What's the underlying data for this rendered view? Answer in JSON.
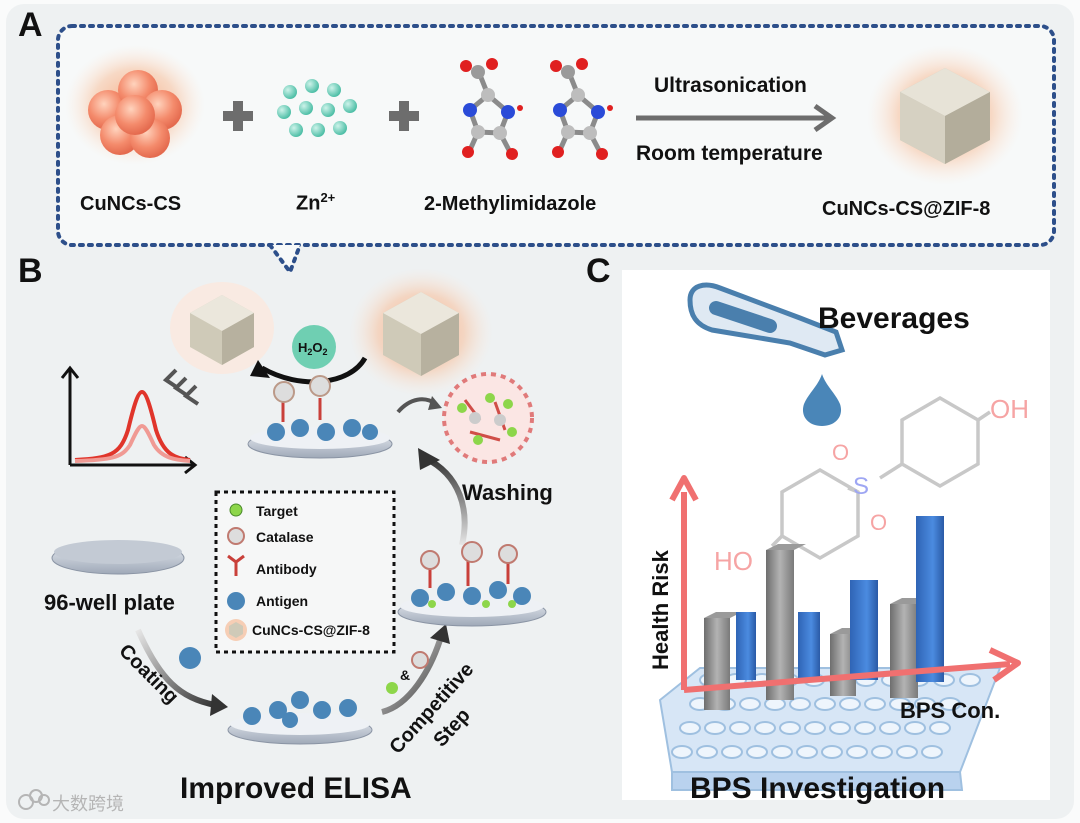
{
  "panel_a": {
    "letter": "A",
    "reagents": [
      "CuNCs-CS",
      "Zn",
      "2-Methylimidazole"
    ],
    "zn_charge": "2+",
    "condition_top": "Ultrasonication",
    "condition_bottom": "Room temperature",
    "product": "CuNCs-CS@ZIF-8"
  },
  "panel_b": {
    "letter": "B",
    "h2o2": {
      "h": "H",
      "sub1": "2",
      "o": "O",
      "sub2": "2"
    },
    "legend": [
      "Target",
      "Catalase",
      "Antibody",
      "Antigen",
      "CuNCs-CS@ZIF-8"
    ],
    "steps": {
      "plate": "96-well plate",
      "coating": "Coating",
      "competitive_1": "Competitive",
      "competitive_2": "Step",
      "ampersand": "&",
      "washing": "Washing"
    },
    "title": "Improved ELISA"
  },
  "panel_c": {
    "letter": "C",
    "beverages": "Beverages",
    "y_axis": "Health Risk",
    "x_axis": "BPS Con.",
    "title": "BPS Investigation",
    "struct_oh_top": "OH",
    "struct_ho": "HO",
    "struct_s": "S",
    "struct_o1": "O",
    "struct_o2": "O"
  },
  "watermark": "大数跨境",
  "colors": {
    "accent_blue": "#3b6db3",
    "copper": "#f08a6a",
    "zn": "#7fd6c4",
    "red_curve": "#e0352b",
    "gray_bar": "#888888",
    "blue_bar": "#3a78c8"
  }
}
